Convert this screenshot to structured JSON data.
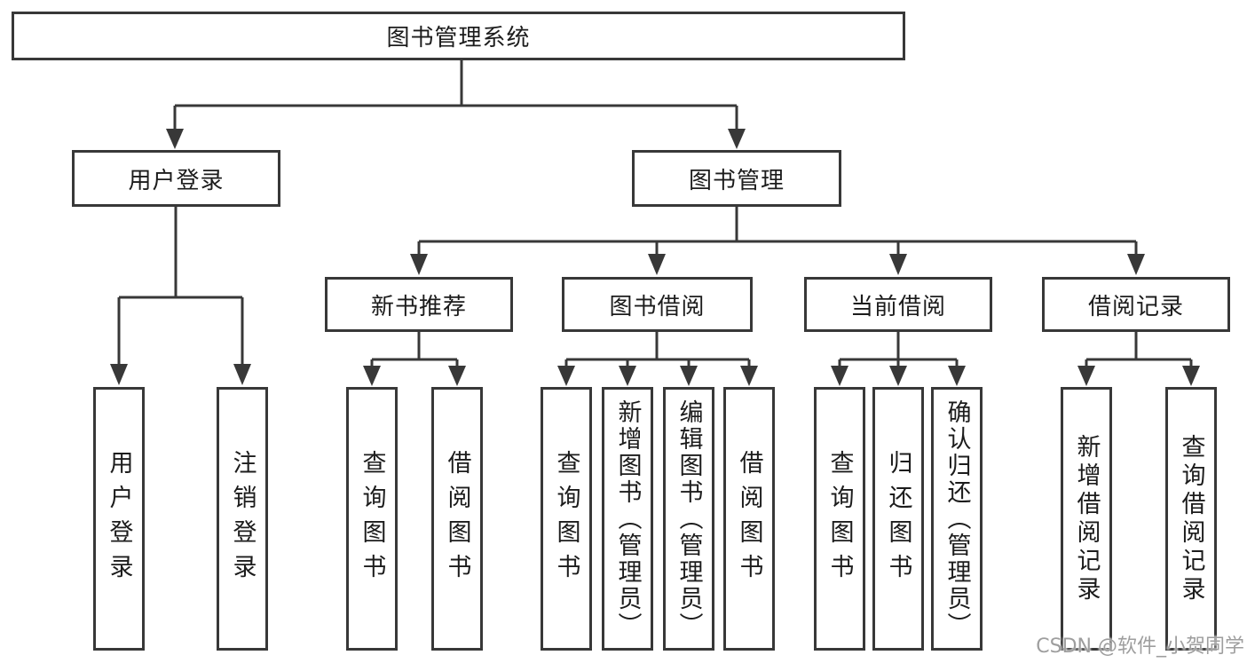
{
  "tree": {
    "root": "图书管理系统",
    "children": [
      {
        "label": "用户登录",
        "children": [
          "用户登录",
          "注销登录"
        ]
      },
      {
        "label": "图书管理",
        "children": [
          {
            "label": "新书推荐",
            "children": [
              "查询图书",
              "借阅图书"
            ]
          },
          {
            "label": "图书借阅",
            "children": [
              "查询图书",
              "新增图书（管理员）",
              "编辑图书（管理员）",
              "借阅图书"
            ]
          },
          {
            "label": "当前借阅",
            "children": [
              "查询图书",
              "归还图书",
              "确认归还（管理员）"
            ]
          },
          {
            "label": "借阅记录",
            "children": [
              "新增借阅记录",
              "查询借阅记录"
            ]
          }
        ]
      }
    ]
  },
  "watermark": {
    "text": "CSDN @软件_小贺同学"
  },
  "colors": {
    "line": "#383838",
    "text": "#1c1c1c",
    "background": "#ffffff",
    "watermark": "#9e9e9e"
  }
}
